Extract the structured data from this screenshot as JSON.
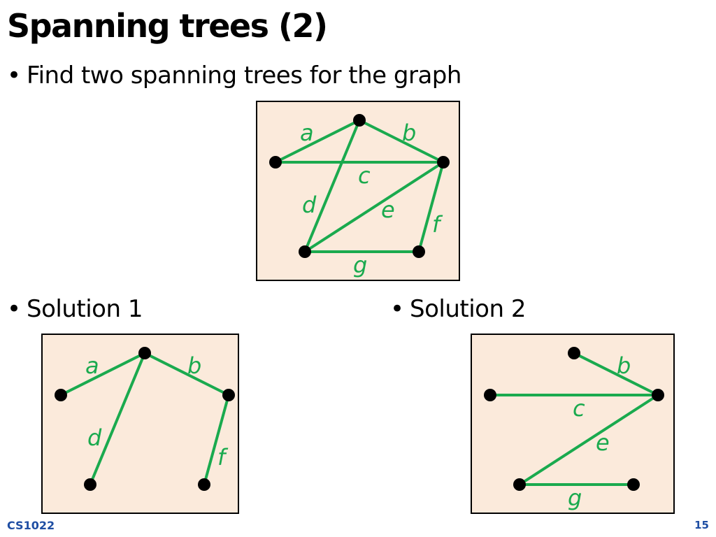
{
  "slide": {
    "title": "Spanning trees (2)",
    "bullet_glyph": "•",
    "bullets": [
      "Find two spanning trees for the graph",
      "Solution 1",
      "Solution 2"
    ],
    "footer_course": "CS1022",
    "page_number": "15"
  },
  "colors": {
    "edge": "#1aaa4e",
    "vertex": "#000000",
    "box_background": "#fbeadb",
    "footer": "#1f4ea3"
  },
  "graph": {
    "vertices": [
      "top",
      "left",
      "right",
      "bottom-left",
      "bottom-right"
    ],
    "edges": [
      {
        "label": "a",
        "from": "left",
        "to": "top"
      },
      {
        "label": "b",
        "from": "top",
        "to": "right"
      },
      {
        "label": "c",
        "from": "left",
        "to": "right"
      },
      {
        "label": "d",
        "from": "top",
        "to": "bottom-left"
      },
      {
        "label": "e",
        "from": "bottom-left",
        "to": "right"
      },
      {
        "label": "f",
        "from": "right",
        "to": "bottom-right"
      },
      {
        "label": "g",
        "from": "bottom-left",
        "to": "bottom-right"
      }
    ]
  },
  "solutions": [
    {
      "name": "Solution 1",
      "edges": [
        "a",
        "b",
        "d",
        "f"
      ]
    },
    {
      "name": "Solution 2",
      "edges": [
        "b",
        "c",
        "e",
        "g"
      ]
    }
  ]
}
